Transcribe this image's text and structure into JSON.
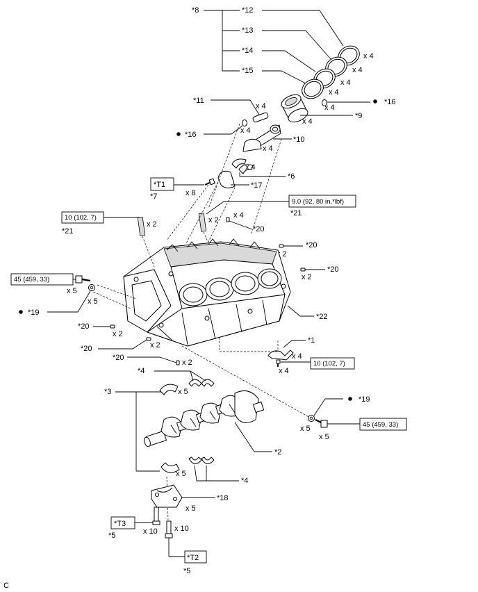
{
  "labels": {
    "l8": "*8",
    "l12": "*12",
    "l13": "*13",
    "l14": "*14",
    "l15": "*15",
    "l11": "*11",
    "l16a": "*16",
    "l16b": "*16",
    "l9": "*9",
    "l10": "*10",
    "l6": "*6",
    "l17": "*17",
    "l7": "*7",
    "l21a": "*21",
    "l21b": "*21",
    "l20a": "*20",
    "l20b": "*20",
    "l20c": "*20",
    "l20d": "*20",
    "l20e": "*20",
    "l20f": "*20",
    "l19a": "*19",
    "l19b": "*19",
    "l22": "*22",
    "l1": "*1",
    "l4a": "*4",
    "l4b": "*4",
    "l3": "*3",
    "l2": "*2",
    "l18": "*18",
    "l5a": "*5",
    "l5b": "*5"
  },
  "quantities": {
    "q12": "x 4",
    "q13": "x 4",
    "q14": "x 4",
    "q15": "x 4",
    "q11": "x 4",
    "q16a": "x 4",
    "q16b": "x 4",
    "q9": "x 4",
    "q10": "x 4",
    "q6": "x 4",
    "q7": "x 8",
    "q21a": "x 2",
    "q21b": "x 2",
    "q20a": "x 4",
    "q20b": "x 2",
    "q20c": "x 2",
    "q20d": "x 2",
    "q20e": "x 2",
    "q20f": "x 2",
    "q19a": "x 5",
    "q19abolt": "x 5",
    "q19b": "x 5",
    "q19bbolt": "x 5",
    "q1a": "x 4",
    "q1b": "x 4",
    "q4a": "x 5",
    "q4b": "x 5",
    "q18": "x 5",
    "q5a": "x 10",
    "q5b": "x 10"
  },
  "torque": {
    "t21a": "10 (102, 7)",
    "t21b": "9.0 (92, 80 in.*lbf)",
    "t19a": "45 (459, 33)",
    "t19b": "45 (459, 33)",
    "t1": "10 (102, 7)"
  },
  "tool_tags": {
    "T1": "*T1",
    "T2": "*T2",
    "T3": "*T3"
  },
  "footer": {
    "corner": "C"
  }
}
